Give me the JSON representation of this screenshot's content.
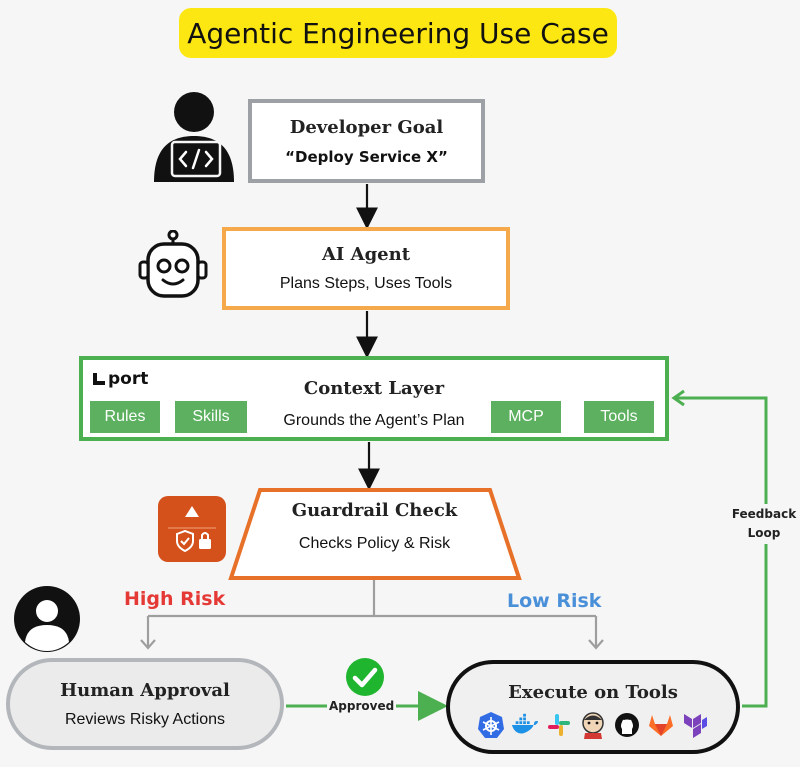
{
  "title": "Agentic Engineering Use Case",
  "developer_goal": {
    "title": "Developer Goal",
    "subtitle": "“Deploy Service X”"
  },
  "ai_agent": {
    "title": "AI Agent",
    "subtitle": "Plans Steps, Uses Tools"
  },
  "context_layer": {
    "brand": "port",
    "title": "Context Layer",
    "subtitle": "Grounds the Agent’s Plan",
    "chips": [
      "Rules",
      "Skills",
      "MCP",
      "Tools"
    ]
  },
  "guardrail": {
    "title": "Guardrail Check",
    "subtitle": "Checks Policy & Risk"
  },
  "branches": {
    "high": "High Risk",
    "low": "Low Risk"
  },
  "human_approval": {
    "title": "Human Approval",
    "subtitle": "Reviews Risky Actions"
  },
  "approved_label": "Approved",
  "execute": {
    "title": "Execute on Tools",
    "tools": [
      "kubernetes-icon",
      "docker-icon",
      "slack-icon",
      "jenkins-icon",
      "github-icon",
      "gitlab-icon",
      "terraform-icon"
    ]
  },
  "feedback_label": "Feedback Loop",
  "colors": {
    "title_bg": "#fde713",
    "developer_border": "#9da1a6",
    "agent_border": "#f6a94b",
    "context_border": "#4caf50",
    "chip": "#5cb05f",
    "guardrail_border": "#e8712a",
    "high_risk": "#e53935",
    "low_risk": "#4a90d9",
    "flow_green": "#4caf50",
    "branch_gray": "#9e9e9e"
  }
}
